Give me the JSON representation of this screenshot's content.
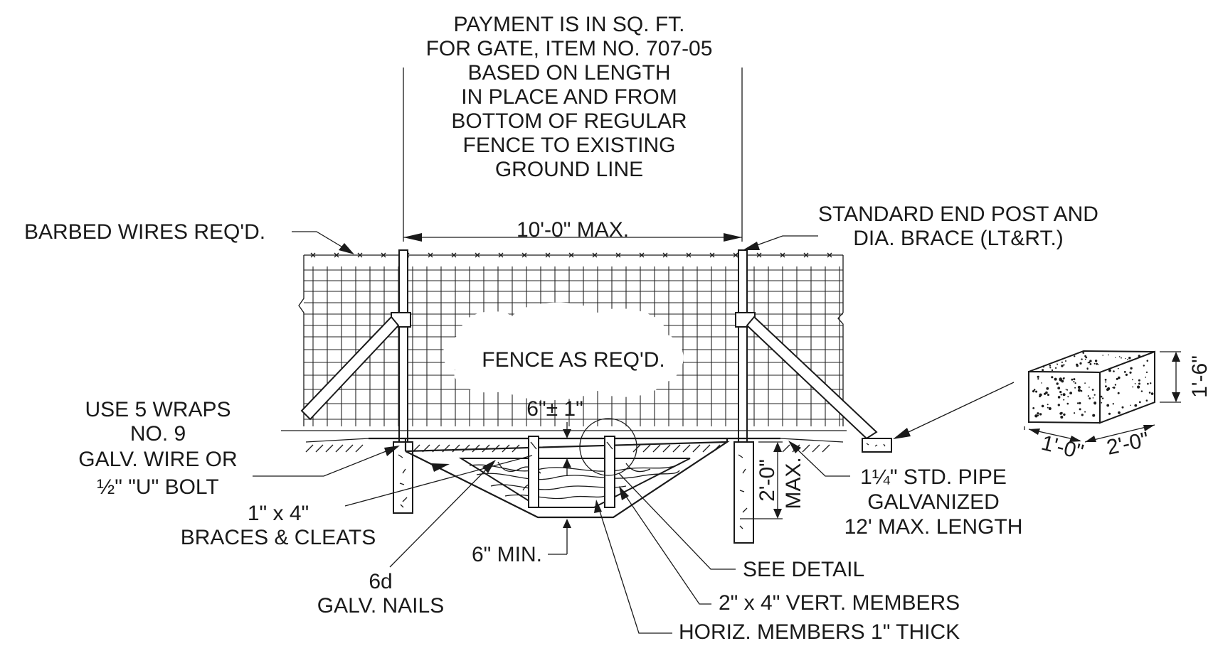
{
  "diagram": {
    "payment_note": [
      "PAYMENT IS IN SQ. FT.",
      "FOR GATE, ITEM NO. 707-05",
      "BASED ON LENGTH",
      "IN PLACE AND FROM",
      "BOTTOM OF REGULAR",
      "FENCE TO EXISTING",
      "GROUND LINE"
    ],
    "barbed_wires": "BARBED WIRES REQ'D.",
    "span_dimension": "10'-0\" MAX.",
    "end_post": [
      "STANDARD END POST AND",
      "DIA. BRACE (LT&RT.)"
    ],
    "fence_label": "FENCE AS REQ'D.",
    "wraps_note": [
      "USE 5 WRAPS",
      "NO. 9",
      "GALV. WIRE OR",
      "½\" \"U\" BOLT"
    ],
    "gap_dimension": "6\"± 1\"",
    "braces_cleats": [
      "1\" x 4\"",
      "BRACES & CLEATS"
    ],
    "six_min": "6\" MIN.",
    "nails": [
      "6d",
      "GALV. NAILS"
    ],
    "see_detail": "SEE DETAIL",
    "vert_members": "2\" x 4\" VERT. MEMBERS",
    "horiz_members": "HORIZ. MEMBERS 1\" THICK",
    "depth_dim": "2'-0\"",
    "depth_max": "MAX.",
    "pipe_note": [
      "1¼\" STD. PIPE",
      "GALVANIZED",
      "12' MAX. LENGTH"
    ],
    "block_height": "1'-6\"",
    "block_width": "1'-0\"",
    "block_length": "2'-0\""
  }
}
